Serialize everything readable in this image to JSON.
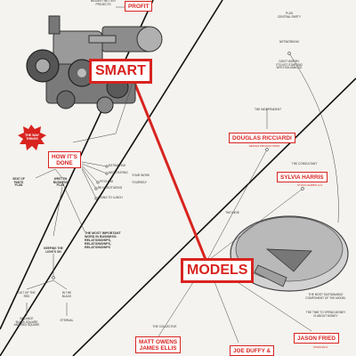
{
  "hub_smart": "SMART",
  "hub_models": "MODELS",
  "profit": "PROFIT",
  "bigger_better": "BIGGER / BETTER\nPROJECTS",
  "hows_done": "HOW IT'S\nDONE",
  "burst": "THE WAY\nTHINGS",
  "seat_of_pants": "SEAT OF\nPANTS\nPLAN",
  "written_plan": "WRITTEN\nBUSINESS\nPLAN",
  "estimating": "ESTIMATING",
  "negotiating": "NEGOTIATING",
  "pitching": "PITCHING",
  "re_negotiating": "RE-NEGOTIATING",
  "going_to_lunch": "GOING TO LUNCH",
  "your_work": "YOUR WORK",
  "yourself": "YOURSELF",
  "most_important": "THE MOST IMPORTANT\nWORD IN BUSINESS:\nRELATIONSHIPS,\nRELATIONSHIPS,\nRELATIONSHIPS",
  "keeping_lights": "KEEPING THE\nLIGHTS ON",
  "out_of_red": "OUT OF THE\nRED",
  "in_the_black": "IN THE\nBLACK",
  "balance": "BALANCE\nBLACK SQUARE\nAND RED SQUARE",
  "eternal": "ETERNAL",
  "plus_central": "PLUS\nCENTRAL PARTY",
  "networking": "NETWORKING",
  "dont_worry": "DON'T WORRY,\nIT'S NOT STARTING\nWITH SOLVAMOCE",
  "douglas": "DOUGLAS RICCIARDI",
  "douglas_sub": "DESIGN PRODUCTIONS",
  "sylvia": "SYLVIA HARRIS",
  "sylvia_sub": "SYLVIA HARRIS LLC",
  "matt": "MATT OWENS\nJAMES ELLIS",
  "joe": "JOE DUFFY &",
  "jason": "JASON FRIED",
  "jason_sub": "37SIGNALS",
  "the_collective": "THE COLLECTIVE",
  "the_consultant": "THE CONSULTANT",
  "the_independent": "THE INDEPENDENT",
  "the_indie": "THE INDIE",
  "most_sustainable": "THE MOST SUSTAINABLE\nCOMPONENT OF THE MODEL",
  "spend_money": "THE TIME TO SPEND MONEY\nIS ABOUT MONEY",
  "chart_data": {
    "type": "diagram",
    "nodes": [
      "SMART",
      "MODELS",
      "PROFIT",
      "HOW IT'S DONE",
      "DOUGLAS RICCIARDI",
      "SYLVIA HARRIS",
      "MATT OWENS",
      "JOE DUFFY &",
      "JASON FRIED"
    ],
    "edges": [
      [
        "SMART",
        "MODELS"
      ],
      [
        "SMART",
        "PROFIT"
      ],
      [
        "SMART",
        "HOW IT'S DONE"
      ],
      [
        "MODELS",
        "DOUGLAS RICCIARDI"
      ],
      [
        "MODELS",
        "SYLVIA HARRIS"
      ],
      [
        "MODELS",
        "MATT OWENS"
      ],
      [
        "MODELS",
        "JOE DUFFY &"
      ],
      [
        "MODELS",
        "JASON FRIED"
      ]
    ]
  }
}
